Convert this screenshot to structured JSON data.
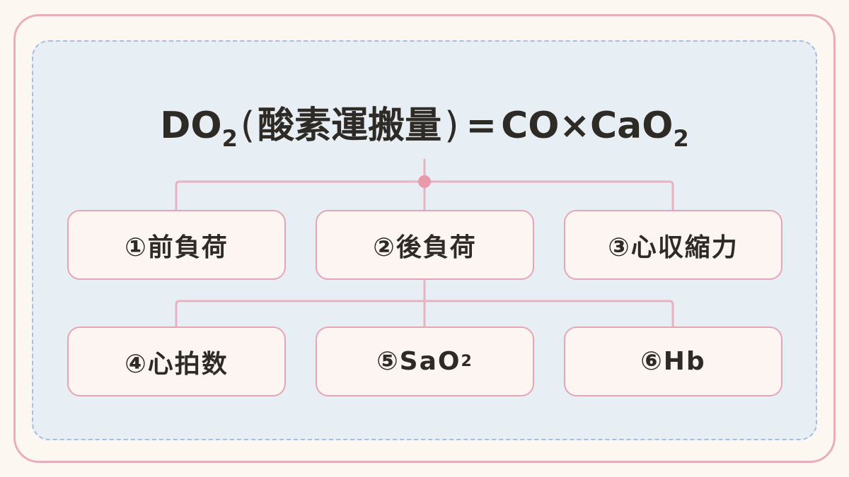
{
  "formula": {
    "lhs": "DO",
    "lhs_sub": "2",
    "paren_open": "(",
    "lhs_note": "酸素運搬量",
    "paren_close": ")",
    "equals": "=",
    "rhs_a": "CO",
    "times": "×",
    "rhs_b": "CaO",
    "rhs_b_sub": "2"
  },
  "factors": [
    {
      "label": "①前負荷"
    },
    {
      "label": "②後負荷"
    },
    {
      "label": "③心収縮力"
    },
    {
      "label": "④心拍数"
    },
    {
      "label": "⑤SaO",
      "sub": "2"
    },
    {
      "label": "⑥Hb"
    }
  ],
  "colors": {
    "background": "#fcf7f1",
    "outer_border": "#e9adbd",
    "panel_fill": "#e7eff5",
    "panel_border": "#a9bde0",
    "node_border": "#e4a5b4",
    "connector": "#e8b3c0",
    "junction_dot": "#e89aab",
    "text": "#2e2a26"
  }
}
